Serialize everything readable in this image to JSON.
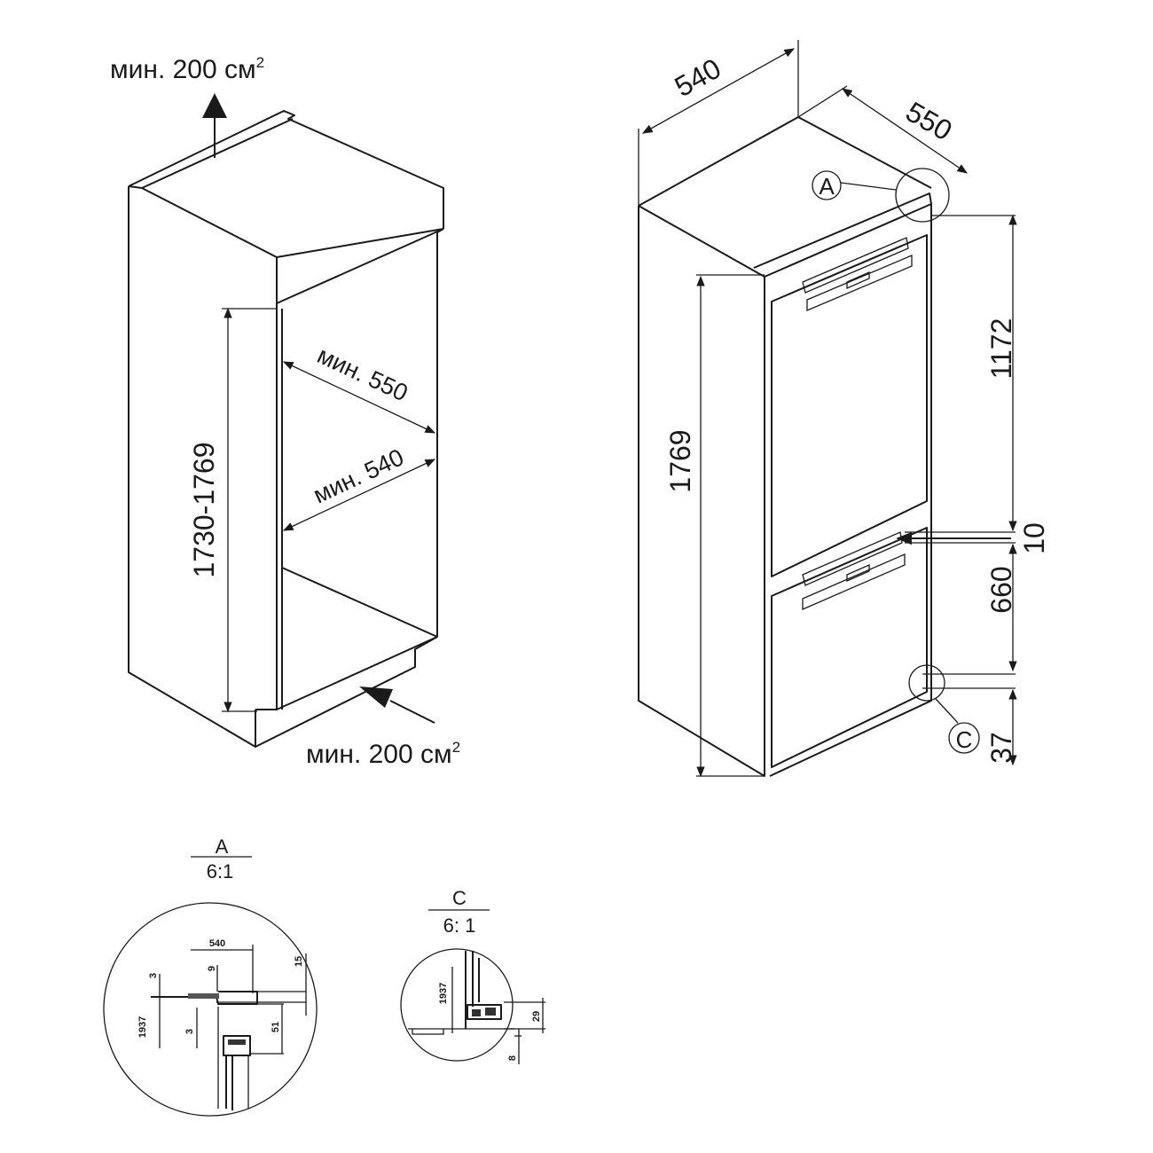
{
  "niche": {
    "vent_top": "мин. 200 см",
    "vent_top_sup": "2",
    "vent_bottom": "мин. 200 см",
    "vent_bottom_sup": "2",
    "height": "1730-1769",
    "depth": "мин. 550",
    "width": "мин. 540"
  },
  "appliance": {
    "width": "540",
    "depth": "550",
    "height": "1769",
    "upper_door": "1172",
    "gap": "10",
    "lower_door": "660",
    "bottom": "37",
    "marker_a": "A",
    "marker_c": "C"
  },
  "detail_a": {
    "title": "A",
    "scale": "6:1",
    "dims": [
      "540",
      "3",
      "9",
      "15",
      "1937",
      "3",
      "51"
    ]
  },
  "detail_c": {
    "title": "C",
    "scale": "6: 1",
    "dims": [
      "1937",
      "29",
      "8"
    ]
  }
}
